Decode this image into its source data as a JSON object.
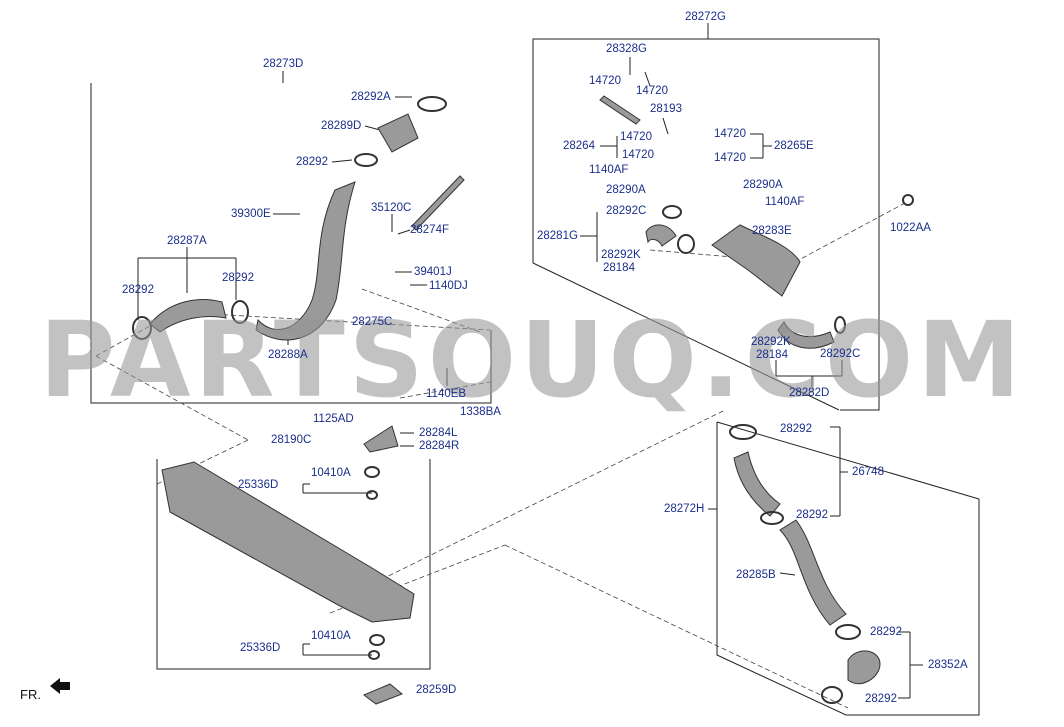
{
  "watermark": "PARTSOUQ.COM",
  "orientation": "FR.",
  "colors": {
    "label": "#1a2f8c",
    "line": "#222222",
    "part_fill": "#9a9a9a",
    "watermark": "#969696"
  },
  "labels": {
    "l28272G": "28272G",
    "l28328G": "28328G",
    "l14720a": "14720",
    "l14720b": "14720",
    "l28193": "28193",
    "l28264": "28264",
    "l14720c": "14720",
    "l14720d": "14720",
    "l14720e": "14720",
    "l14720f": "14720",
    "l28265E": "28265E",
    "l1140AFa": "1140AF",
    "l28290Aa": "28290A",
    "l28290Ab": "28290A",
    "l1140AFb": "1140AF",
    "l28292Ca": "28292C",
    "l28281G": "28281G",
    "l28283E": "28283E",
    "l1022AA": "1022AA",
    "l28292Ka": "28292K",
    "l28184a": "28184",
    "l28292Kb": "28292K",
    "l28184b": "28184",
    "l28292Cb": "28292C",
    "l28282D": "28282D",
    "l28273D": "28273D",
    "l28292A": "28292A",
    "l28289D": "28289D",
    "l28292a": "28292",
    "l39300E": "39300E",
    "l35120C": "35120C",
    "l28274F": "28274F",
    "l28287A": "28287A",
    "l28292b": "28292",
    "l28292c": "28292",
    "l39401J": "39401J",
    "l1140DJ": "1140DJ",
    "l28275C": "28275C",
    "l28288A": "28288A",
    "l1140EB": "1140EB",
    "l1125AD": "1125AD",
    "l1338BA": "1338BA",
    "l28284L": "28284L",
    "l28190C": "28190C",
    "l28284R": "28284R",
    "l10410Aa": "10410A",
    "l25336Da": "25336D",
    "l10410Ab": "10410A",
    "l25336Db": "25336D",
    "l28259D": "28259D",
    "l28292d": "28292",
    "l26748": "26748",
    "l28272H": "28272H",
    "l28292e": "28292",
    "l28285B": "28285B",
    "l28292f": "28292",
    "l28352A": "28352A",
    "l28292g": "28292"
  }
}
